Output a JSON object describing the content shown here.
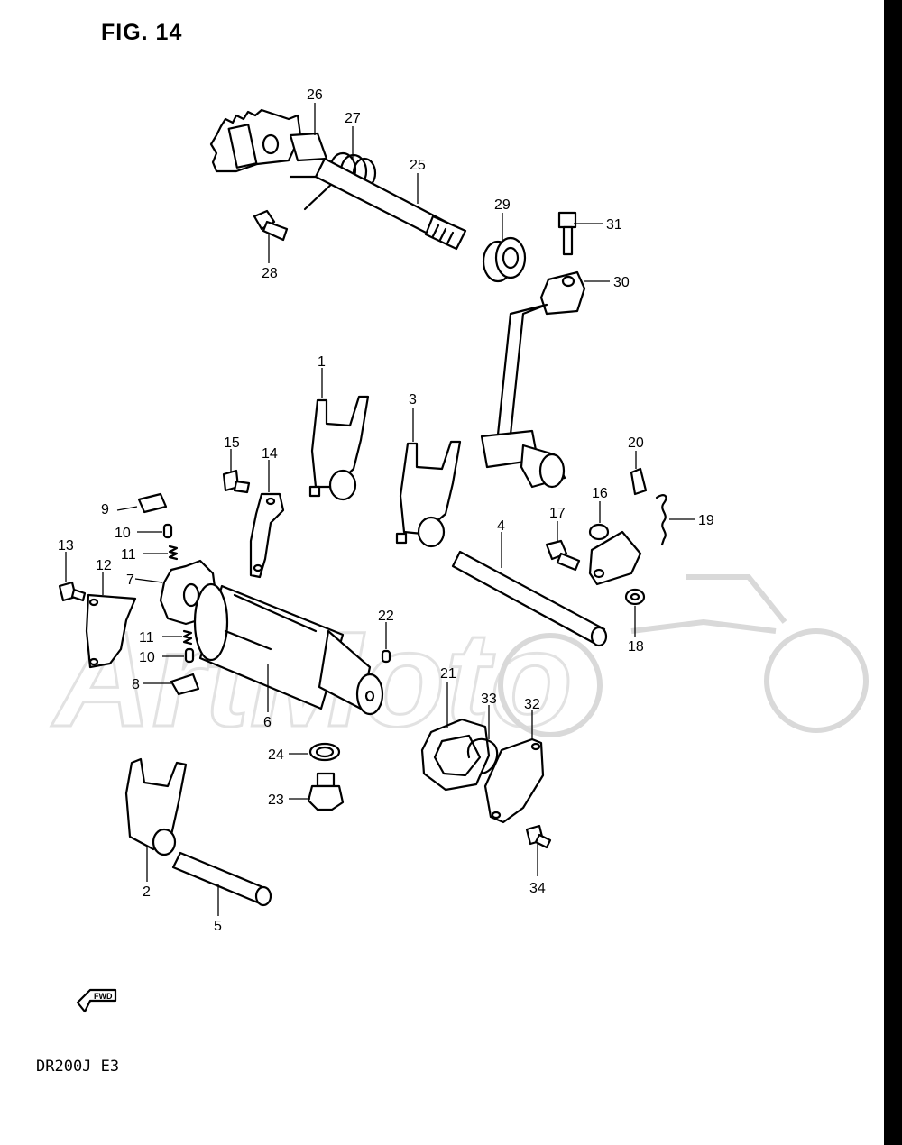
{
  "figure": {
    "title": "FIG. 14",
    "model_code": "DR200J  E3",
    "watermark_text": "ArtMoto",
    "fwd_label": "FWD"
  },
  "callouts": [
    {
      "id": "1",
      "label": "1"
    },
    {
      "id": "2",
      "label": "2"
    },
    {
      "id": "3",
      "label": "3"
    },
    {
      "id": "4",
      "label": "4"
    },
    {
      "id": "5",
      "label": "5"
    },
    {
      "id": "6",
      "label": "6"
    },
    {
      "id": "7",
      "label": "7"
    },
    {
      "id": "8",
      "label": "8"
    },
    {
      "id": "9",
      "label": "9"
    },
    {
      "id": "10a",
      "label": "10"
    },
    {
      "id": "10b",
      "label": "10"
    },
    {
      "id": "11a",
      "label": "11"
    },
    {
      "id": "11b",
      "label": "11"
    },
    {
      "id": "12",
      "label": "12"
    },
    {
      "id": "13",
      "label": "13"
    },
    {
      "id": "14",
      "label": "14"
    },
    {
      "id": "15",
      "label": "15"
    },
    {
      "id": "16",
      "label": "16"
    },
    {
      "id": "17",
      "label": "17"
    },
    {
      "id": "18",
      "label": "18"
    },
    {
      "id": "19",
      "label": "19"
    },
    {
      "id": "20",
      "label": "20"
    },
    {
      "id": "21",
      "label": "21"
    },
    {
      "id": "22",
      "label": "22"
    },
    {
      "id": "23",
      "label": "23"
    },
    {
      "id": "24",
      "label": "24"
    },
    {
      "id": "25",
      "label": "25"
    },
    {
      "id": "26",
      "label": "26"
    },
    {
      "id": "27",
      "label": "27"
    },
    {
      "id": "28",
      "label": "28"
    },
    {
      "id": "29",
      "label": "29"
    },
    {
      "id": "30",
      "label": "30"
    },
    {
      "id": "31",
      "label": "31"
    },
    {
      "id": "32",
      "label": "32"
    },
    {
      "id": "33",
      "label": "33"
    },
    {
      "id": "34",
      "label": "34"
    }
  ],
  "colors": {
    "line": "#000000",
    "background": "#ffffff",
    "watermark": "#d9d9d9"
  }
}
